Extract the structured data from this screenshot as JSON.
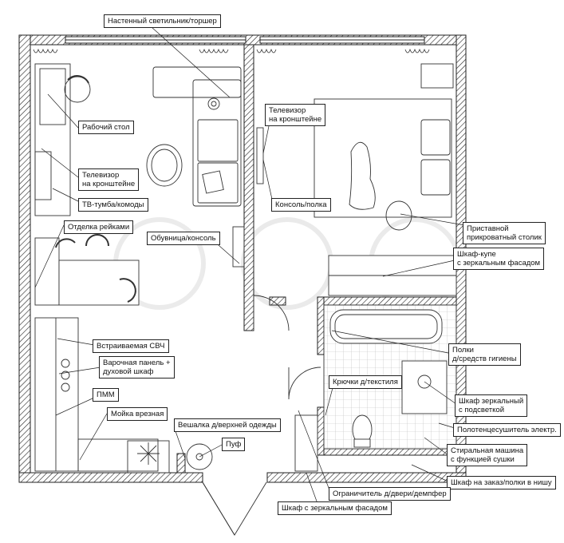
{
  "labels": {
    "wall_lamp": "Настенный светильник/торшер",
    "desk": "Рабочий стол",
    "tv_bracket_left_1": "Телевизор",
    "tv_bracket_left_2": "на кронштейне",
    "tv_stand": "ТВ-тумба/комоды",
    "slat_finish": "Отделка рейками",
    "shoe_console": "Обувница/консоль",
    "tv_bracket_right_1": "Телевизор",
    "tv_bracket_right_2": "на кронштейне",
    "console_shelf": "Консоль/полка",
    "bedside_table_1": "Приставной",
    "bedside_table_2": "прикроватный столик",
    "wardrobe_coupe_1": "Шкаф-купе",
    "wardrobe_coupe_2": "с зеркальным фасадом",
    "microwave": "Встраиваемая СВЧ",
    "hob_oven_1": "Варочная панель +",
    "hob_oven_2": "духовой шкаф",
    "dishwasher": "ПММ",
    "sink": "Мойка врезная",
    "coat_hanger": "Вешалка д/верхней одежды",
    "pouf": "Пуф",
    "hygiene_shelves_1": "Полки",
    "hygiene_shelves_2": "д/средств гигиены",
    "textile_hooks": "Крючки д/текстиля",
    "mirror_cabinet_1": "Шкаф зеркальный",
    "mirror_cabinet_2": "с подсветкой",
    "towel_dryer": "Полотенцесушитель электр.",
    "washer_1": "Стиральная машина",
    "washer_2": "с функцией сушки",
    "custom_cabinet": "Шкаф на заказ/полки в нишу",
    "door_stop": "Ограничитель д/двери/демпфер",
    "mirror_wardrobe": "Шкаф с зеркальным фасадом"
  }
}
